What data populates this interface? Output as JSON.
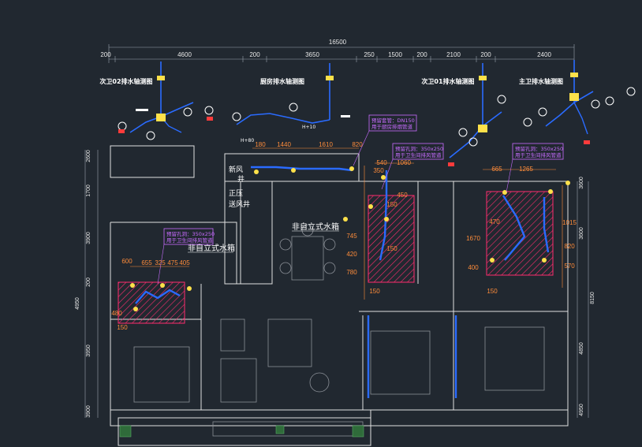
{
  "top_dims": {
    "overall": "16500",
    "segments": [
      "200",
      "4600",
      "200",
      "3650",
      "250",
      "1500",
      "200",
      "2100",
      "200",
      "2400"
    ]
  },
  "iso_titles": [
    "次卫02排水轴测图",
    "厨房排水轴测图",
    "次卫01排水轴测图",
    "主卫排水轴测图"
  ],
  "iso_markers": [
    "H+80",
    "H+10"
  ],
  "room_labels": {
    "fresh_air_shaft": [
      "新风",
      "井"
    ],
    "pressure_shaft": [
      "正压",
      "送风井"
    ]
  },
  "water_tank_label": "非自立式水箱",
  "callouts": {
    "kitchen_pipe": [
      "预留套管：DN150",
      "用于厨房排烟管道"
    ],
    "duct_1": [
      "预留孔洞：350x250",
      "用于卫生间排风管道"
    ],
    "duct_2": [
      "预留孔洞：350x250",
      "用于卫生间排风管道"
    ],
    "duct_3": [
      "预留孔洞：350x250",
      "用于卫生间排风管道"
    ]
  },
  "orange_dims": {
    "kitchen_row": [
      "180",
      "1440",
      "1610",
      "820"
    ],
    "mid_col": [
      "540",
      "1060",
      "350",
      "450",
      "745",
      "420",
      "780"
    ],
    "left_room": [
      "655",
      "325",
      "475",
      "405",
      "480",
      "600"
    ],
    "right_room": [
      "665",
      "1265",
      "470",
      "1670",
      "400",
      "1015",
      "820",
      "570",
      "150"
    ],
    "misc": [
      "150",
      "150",
      "150",
      "150"
    ]
  },
  "left_dims": [
    "1700",
    "3900",
    "2600",
    "200",
    "3950",
    "4950",
    "3900"
  ],
  "right_dims": [
    "3600",
    "3600",
    "8150",
    "4850",
    "4950"
  ],
  "colors": {
    "background": "#212830",
    "wall": "#e0e0e0",
    "hatch": "#ff2d6e",
    "pipe": "#2a6bff",
    "callout": "#c86cff",
    "dim_orange": "#ff8c3a",
    "accent_yellow": "#ffe14a",
    "accent_red": "#ff3b3b"
  }
}
